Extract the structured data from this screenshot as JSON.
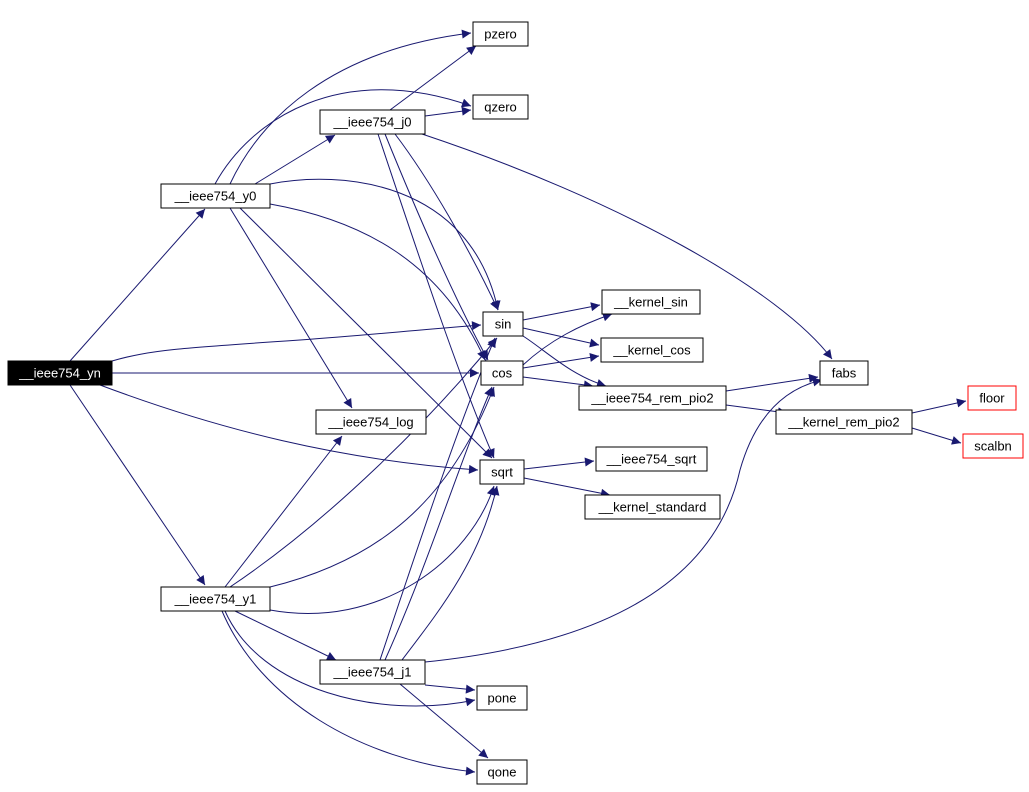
{
  "diagram": {
    "type": "call-graph",
    "colors": {
      "edge": "#191970",
      "node_border_normal": "#000000",
      "node_border_truncated": "#ff0000",
      "root_fill": "#000000",
      "root_text": "#ffffff",
      "node_fill": "#ffffff",
      "node_text": "#000000"
    },
    "nodes": [
      {
        "id": "yn",
        "label": "__ieee754_yn",
        "kind": "root"
      },
      {
        "id": "y0",
        "label": "__ieee754_y0",
        "kind": "normal"
      },
      {
        "id": "y1",
        "label": "__ieee754_y1",
        "kind": "normal"
      },
      {
        "id": "j0",
        "label": "__ieee754_j0",
        "kind": "normal"
      },
      {
        "id": "j1",
        "label": "__ieee754_j1",
        "kind": "normal"
      },
      {
        "id": "log",
        "label": "__ieee754_log",
        "kind": "normal"
      },
      {
        "id": "pzero",
        "label": "pzero",
        "kind": "normal"
      },
      {
        "id": "qzero",
        "label": "qzero",
        "kind": "normal"
      },
      {
        "id": "pone",
        "label": "pone",
        "kind": "normal"
      },
      {
        "id": "qone",
        "label": "qone",
        "kind": "normal"
      },
      {
        "id": "sin",
        "label": "sin",
        "kind": "normal"
      },
      {
        "id": "cos",
        "label": "cos",
        "kind": "normal"
      },
      {
        "id": "sqrt",
        "label": "sqrt",
        "kind": "normal"
      },
      {
        "id": "ksin",
        "label": "__kernel_sin",
        "kind": "normal"
      },
      {
        "id": "kcos",
        "label": "__kernel_cos",
        "kind": "normal"
      },
      {
        "id": "rempio2",
        "label": "__ieee754_rem_pio2",
        "kind": "normal"
      },
      {
        "id": "isqrt",
        "label": "__ieee754_sqrt",
        "kind": "normal"
      },
      {
        "id": "kstd",
        "label": "__kernel_standard",
        "kind": "normal"
      },
      {
        "id": "fabs",
        "label": "fabs",
        "kind": "normal"
      },
      {
        "id": "kremp",
        "label": "__kernel_rem_pio2",
        "kind": "normal"
      },
      {
        "id": "floor",
        "label": "floor",
        "kind": "truncated"
      },
      {
        "id": "scalbn",
        "label": "scalbn",
        "kind": "truncated"
      }
    ],
    "edges": [
      {
        "from": "yn",
        "to": "y0"
      },
      {
        "from": "yn",
        "to": "y1"
      },
      {
        "from": "yn",
        "to": "sin"
      },
      {
        "from": "yn",
        "to": "cos"
      },
      {
        "from": "yn",
        "to": "sqrt"
      },
      {
        "from": "y0",
        "to": "j0"
      },
      {
        "from": "y0",
        "to": "pzero"
      },
      {
        "from": "y0",
        "to": "qzero"
      },
      {
        "from": "y0",
        "to": "log"
      },
      {
        "from": "y0",
        "to": "sin"
      },
      {
        "from": "y0",
        "to": "cos"
      },
      {
        "from": "y0",
        "to": "sqrt"
      },
      {
        "from": "j0",
        "to": "pzero"
      },
      {
        "from": "j0",
        "to": "qzero"
      },
      {
        "from": "j0",
        "to": "sin"
      },
      {
        "from": "j0",
        "to": "cos"
      },
      {
        "from": "j0",
        "to": "sqrt"
      },
      {
        "from": "j0",
        "to": "fabs"
      },
      {
        "from": "y1",
        "to": "j1"
      },
      {
        "from": "y1",
        "to": "log"
      },
      {
        "from": "y1",
        "to": "sin"
      },
      {
        "from": "y1",
        "to": "cos"
      },
      {
        "from": "y1",
        "to": "sqrt"
      },
      {
        "from": "y1",
        "to": "pone"
      },
      {
        "from": "y1",
        "to": "qone"
      },
      {
        "from": "j1",
        "to": "pone"
      },
      {
        "from": "j1",
        "to": "qone"
      },
      {
        "from": "j1",
        "to": "sin"
      },
      {
        "from": "j1",
        "to": "cos"
      },
      {
        "from": "j1",
        "to": "sqrt"
      },
      {
        "from": "j1",
        "to": "fabs"
      },
      {
        "from": "sin",
        "to": "ksin"
      },
      {
        "from": "sin",
        "to": "kcos"
      },
      {
        "from": "sin",
        "to": "rempio2"
      },
      {
        "from": "cos",
        "to": "ksin"
      },
      {
        "from": "cos",
        "to": "kcos"
      },
      {
        "from": "cos",
        "to": "rempio2"
      },
      {
        "from": "sqrt",
        "to": "isqrt"
      },
      {
        "from": "sqrt",
        "to": "kstd"
      },
      {
        "from": "rempio2",
        "to": "fabs"
      },
      {
        "from": "rempio2",
        "to": "kremp"
      },
      {
        "from": "kremp",
        "to": "floor"
      },
      {
        "from": "kremp",
        "to": "scalbn"
      }
    ]
  }
}
